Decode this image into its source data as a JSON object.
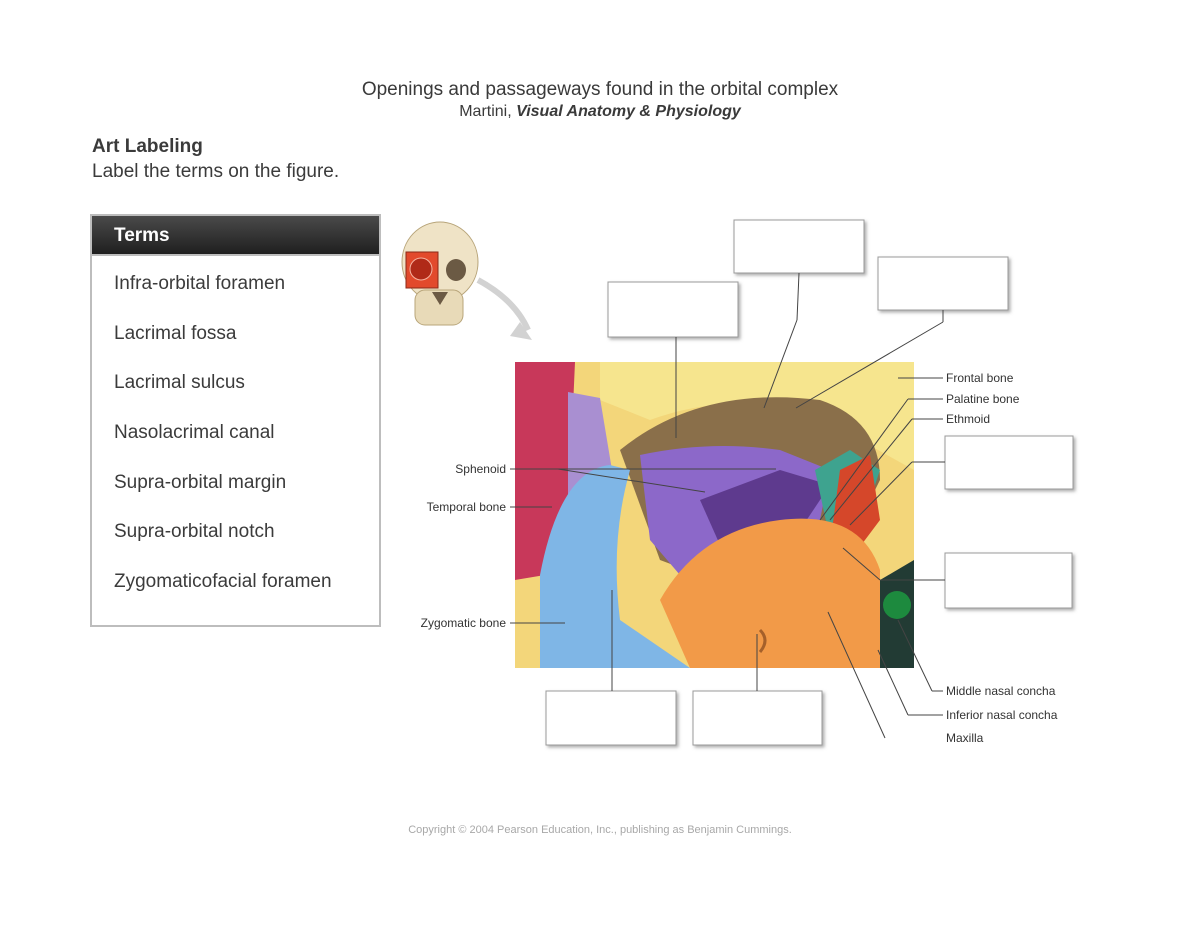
{
  "header": {
    "title": "Openings and passageways found in the orbital complex",
    "author": "Martini,",
    "book": "Visual Anatomy & Physiology"
  },
  "instructions": {
    "heading": "Art Labeling",
    "text": "Label the terms on the figure."
  },
  "terms": {
    "header": "Terms",
    "items": [
      "Infra-orbital foramen",
      "Lacrimal fossa",
      "Lacrimal sulcus",
      "Nasolacrimal canal",
      "Supra-orbital margin",
      "Supra-orbital notch",
      "Zygomaticofacial foramen"
    ]
  },
  "figure": {
    "left_labels": [
      "Sphenoid",
      "Temporal bone",
      "Zygomatic bone"
    ],
    "right_labels": [
      "Frontal bone",
      "Palatine bone",
      "Ethmoid",
      "Middle nasal concha",
      "Inferior nasal concha",
      "Maxilla"
    ],
    "answer_box_count": 7
  },
  "footer": {
    "copyright": "Copyright © 2004 Pearson Education, Inc., publishing as Benjamin Cummings."
  }
}
